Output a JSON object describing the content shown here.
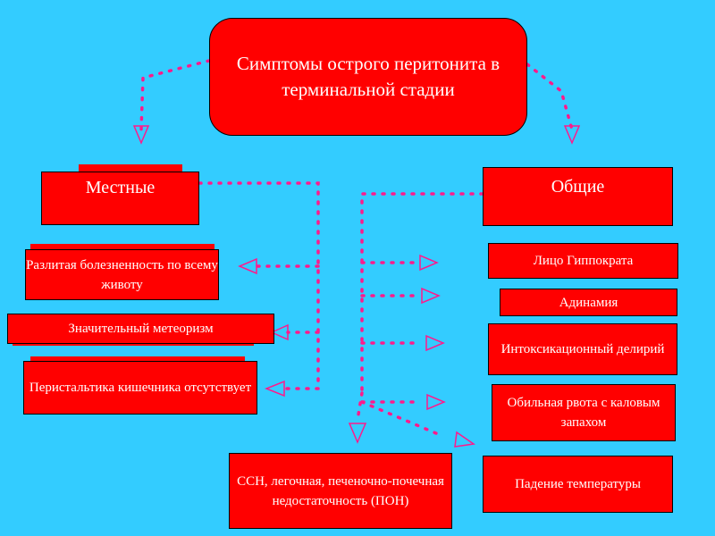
{
  "title": "Симптомы острого перитонита в терминальной стадии",
  "categories": {
    "local": "Местные",
    "general": "Общие"
  },
  "local_symptoms": [
    "Разлитая болезненность по всему животу",
    "Значительный метеоризм",
    "Перистальтика кишечника отсутствует"
  ],
  "general_symptoms": [
    "Лицо Гиппократа",
    "Адинамия",
    "Интоксикационный делирий",
    "Обильная рвота с каловым запахом",
    "Падение температуры"
  ],
  "bottom": "ССН, легочная, печеночно-почечная недостаточность (ПОН)",
  "colors": {
    "background": "#33ccff",
    "box": "#ff0000",
    "text": "#ffffff",
    "connector": "#ff1a8c"
  }
}
